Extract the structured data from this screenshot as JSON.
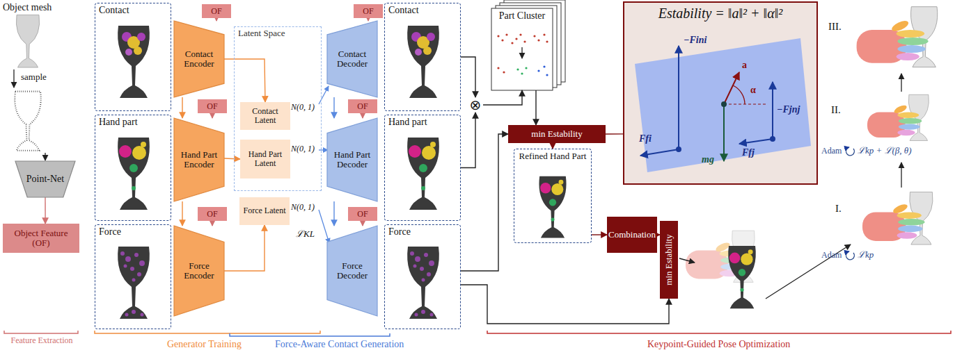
{
  "diagram": {
    "nodes": [
      {
        "text": [
          "Point-Net"
        ]
      },
      {
        "text": [
          "Object Feature (OF)"
        ]
      },
      {
        "text": [
          "Contact"
        ]
      },
      {
        "text": [
          "Hand part"
        ]
      },
      {
        "text": [
          "Force"
        ]
      },
      {
        "text": [
          "OF"
        ]
      },
      {
        "text": [
          "Contact Encoder"
        ]
      },
      {
        "text": [
          "OF"
        ]
      },
      {
        "text": [
          "Hand Part Encoder"
        ]
      },
      {
        "text": [
          "OF"
        ]
      },
      {
        "text": [
          "Force Encoder"
        ]
      },
      {
        "text": [
          "Latent Space"
        ]
      },
      {
        "text": [
          "Contact Latent"
        ],
        "in": 11
      },
      {
        "text": [
          "Hand Part Latent"
        ],
        "in": 11
      },
      {
        "text": [
          "Force Latent"
        ]
      },
      {
        "text": [
          "OF"
        ]
      },
      {
        "text": [
          "Contact Decoder"
        ]
      },
      {
        "text": [
          "OF"
        ]
      },
      {
        "text": [
          "Hand Part Decoder"
        ]
      },
      {
        "text": [
          "OF"
        ]
      },
      {
        "text": [
          "Force Decoder"
        ]
      },
      {
        "text": [
          "Contact"
        ]
      },
      {
        "text": [
          "Hand part"
        ]
      },
      {
        "text": [
          "Force"
        ]
      },
      {
        "text": [
          "⊗"
        ]
      },
      {
        "text": [
          "Part Cluster"
        ]
      },
      {
        "text": [
          "min Estability"
        ]
      },
      {
        "text": [
          "Estability = ‖a‖² + ‖α‖²"
        ]
      },
      {
        "text": [
          "Refined Hand Part"
        ]
      },
      {
        "text": [
          "Combination"
        ]
      },
      {
        "text": [
          "min Estability"
        ]
      }
    ],
    "edges": [
      {
        "from": 0,
        "to": 1,
        "arrow": "to"
      },
      {
        "from": 5,
        "to": 6,
        "arrow": "to"
      },
      {
        "from": 6,
        "to": 8,
        "arrow": "to"
      },
      {
        "from": 7,
        "to": 8,
        "arrow": "to"
      },
      {
        "from": 8,
        "to": 10,
        "arrow": "to"
      },
      {
        "from": 9,
        "to": 10,
        "arrow": "to"
      },
      {
        "from": 6,
        "to": 12,
        "arrow": "to"
      },
      {
        "from": 8,
        "to": 13,
        "arrow": "to"
      },
      {
        "from": 10,
        "to": 14,
        "arrow": "to"
      },
      {
        "from": 15,
        "to": 16,
        "arrow": "to"
      },
      {
        "from": 16,
        "to": 18,
        "arrow": "to"
      },
      {
        "from": 17,
        "to": 18,
        "arrow": "to"
      },
      {
        "from": 18,
        "to": 20,
        "arrow": "to"
      },
      {
        "from": 19,
        "to": 20,
        "arrow": "to"
      },
      {
        "from": 21,
        "to": 24,
        "arrow": "to"
      },
      {
        "from": 22,
        "to": 24,
        "arrow": "to"
      },
      {
        "from": 24,
        "to": 25,
        "arrow": "to"
      },
      {
        "from": 25,
        "to": 26,
        "arrow": "to"
      },
      {
        "from": 23,
        "to": 26,
        "arrow": "to"
      },
      {
        "from": 26,
        "to": 28,
        "arrow": "to"
      },
      {
        "from": 28,
        "to": 29,
        "arrow": "to"
      },
      {
        "from": 29,
        "to": 30,
        "arrow": "to"
      },
      {
        "from": 23,
        "to": 30,
        "arrow": "to"
      },
      {
        "from": 26,
        "to": 27,
        "arrow": "none"
      }
    ],
    "labels": [
      "Object mesh",
      "sample",
      "Feature Extraction",
      "N(0, 1)",
      "N(0, 1)",
      "N(0, 1)",
      "ℒKL",
      "−Fini",
      "−Fjnj",
      "a",
      "α",
      "Ffi",
      "Ffj",
      "mg",
      "III.",
      "II.",
      "I.",
      "Adam",
      "ℒkp + ℒ(β, θ)",
      "Adam",
      "ℒkp",
      "Generator Training",
      "Force-Aware Contact Generation",
      "Keypoint-Guided Pose Optimization"
    ]
  }
}
